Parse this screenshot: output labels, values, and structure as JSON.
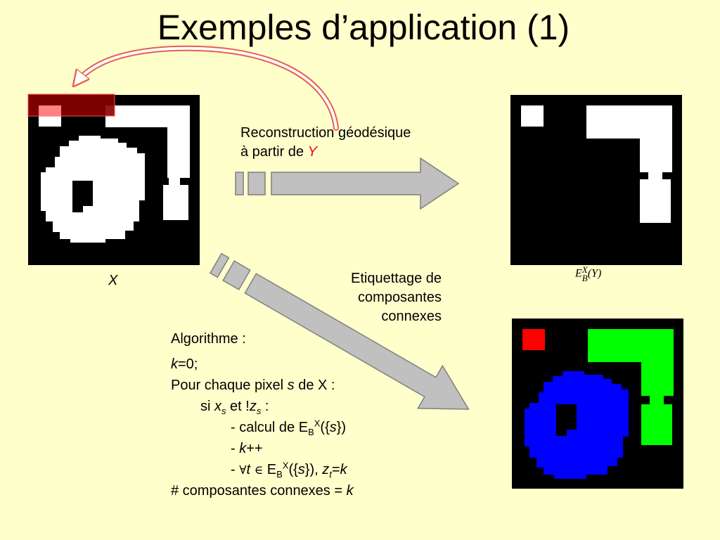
{
  "slide": {
    "title": "Exemples d’application (1)"
  },
  "labels": {
    "x_label": "X",
    "reconstruction_line1": "Reconstruction géodésique",
    "reconstruction_line2_prefix": "à partir de ",
    "reconstruction_var": "Y",
    "etiquettage_line1": "Etiquettage de",
    "etiquettage_line2": "composantes",
    "etiquettage_line3": "connexes"
  },
  "formula": {
    "e": "E",
    "sup": "X",
    "sub": "B",
    "arg": "(Y)"
  },
  "algorithm": {
    "header": "Algorithme :",
    "init_var": "k",
    "init_rest": "=0;",
    "loop_prefix": "Pour chaque pixel ",
    "loop_var": "s",
    "loop_suffix": " de X :",
    "cond_si": "si ",
    "cond_x": "x",
    "cond_s1": "s",
    "cond_et": " et !",
    "cond_z": "z",
    "cond_s2": "s",
    "cond_colon": " :",
    "step1_prefix": "- calcul de E",
    "step1_sub": "B",
    "step1_sup": "X",
    "step1_open": "({",
    "step1_s": "s",
    "step1_close": "})",
    "step2_prefix": "- ",
    "step2_k": "k",
    "step2_suffix": "++",
    "step3_prefix": "- ",
    "step3_forall": "∀",
    "step3_t": "t",
    "step3_in": "∈",
    "step3_e": " E",
    "step3_sub": "B",
    "step3_sup": "X",
    "step3_open": "({",
    "step3_s": "s",
    "step3_close": "}), ",
    "step3_z": "z",
    "step3_zt": "t",
    "step3_eq": "=",
    "step3_k": "k",
    "footer_text": "# composantes connexes = ",
    "footer_k": "k"
  },
  "colors": {
    "background": "#FFFFCC",
    "arrow_fill": "#C0C0C0",
    "marker_fill": "#8B0000",
    "curve_stroke": "#E66050",
    "label_red": "#FF0000",
    "component_1": "#FF0000",
    "component_2": "#00FF00",
    "component_3": "#0000FF"
  }
}
